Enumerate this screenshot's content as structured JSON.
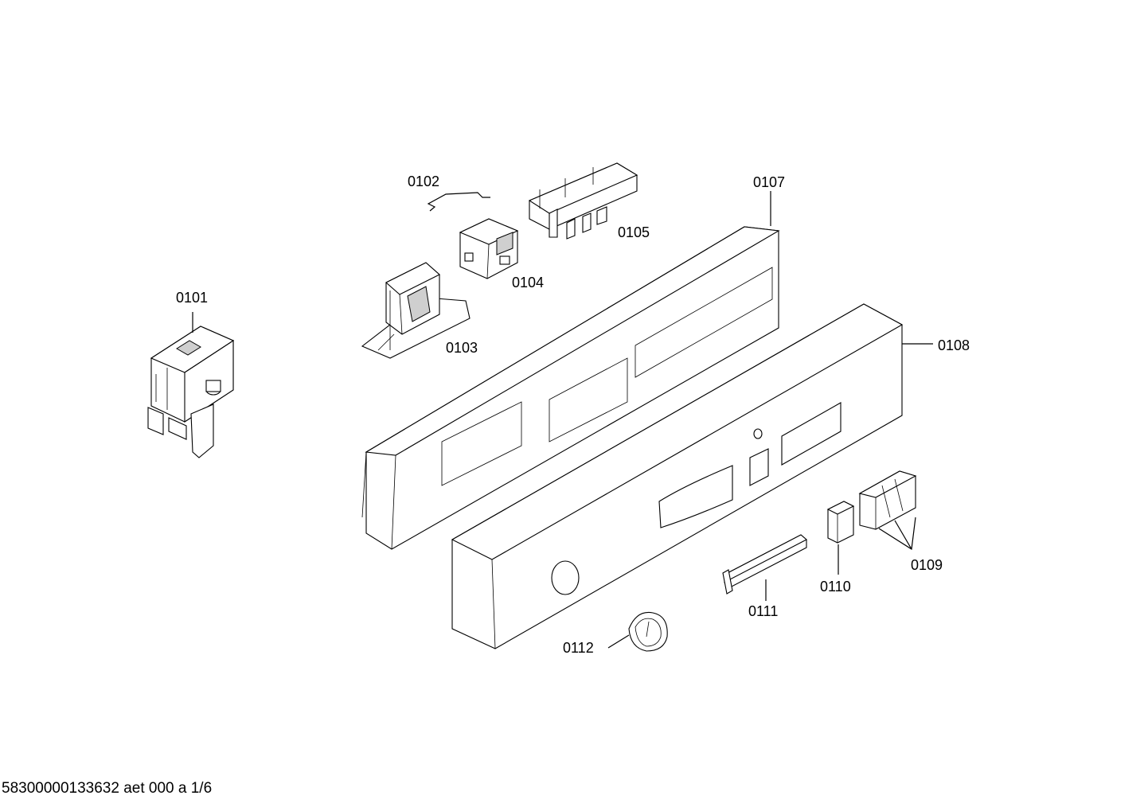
{
  "diagram": {
    "parts": [
      {
        "id": "0101"
      },
      {
        "id": "0102"
      },
      {
        "id": "0103"
      },
      {
        "id": "0104"
      },
      {
        "id": "0105"
      },
      {
        "id": "0107"
      },
      {
        "id": "0108"
      },
      {
        "id": "0109"
      },
      {
        "id": "0110"
      },
      {
        "id": "0111"
      },
      {
        "id": "0112"
      }
    ]
  },
  "footer": {
    "text": "58300000133632 aet 000 a 1/6"
  }
}
